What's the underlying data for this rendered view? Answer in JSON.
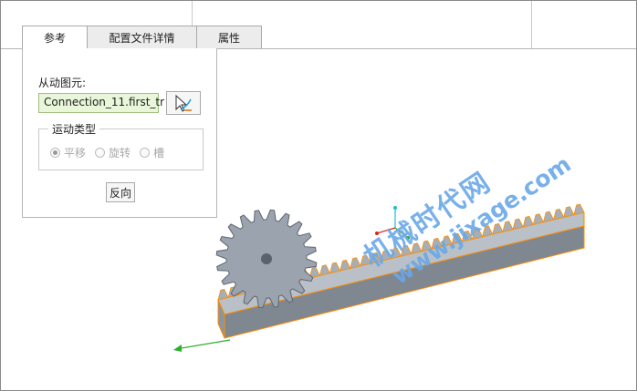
{
  "tabs": [
    {
      "label": "参考",
      "active": true
    },
    {
      "label": "配置文件详情",
      "active": false
    },
    {
      "label": "属性",
      "active": false
    }
  ],
  "panel": {
    "driven_label": "从动图元:",
    "driven_value": "Connection_11.first_tr",
    "motion_type": {
      "title": "运动类型",
      "options": [
        {
          "label": "平移",
          "checked": true
        },
        {
          "label": "旋转",
          "checked": false
        },
        {
          "label": "槽",
          "checked": false
        }
      ]
    },
    "reverse_label": "反向"
  },
  "model": {
    "gear_color": "#9aa3ae",
    "rack_color": "#9ea6b0",
    "highlight_color": "#ff8c00",
    "icons": [
      "gear-model",
      "rack-model",
      "coordinate-triad",
      "axis-arrow"
    ]
  },
  "watermark": {
    "line1": "机械时代网",
    "line2": "www.jixage.com",
    "color": "#6aa8e8"
  }
}
